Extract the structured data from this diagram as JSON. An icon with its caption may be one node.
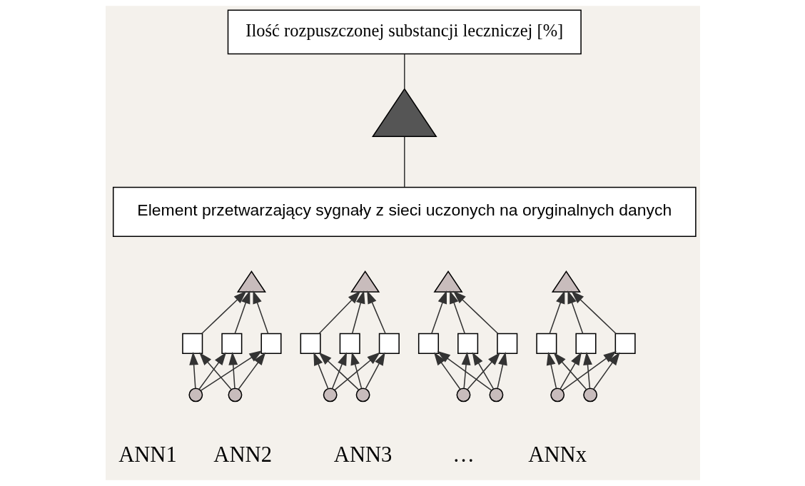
{
  "diagram": {
    "nodes": [
      {
        "text": [
          "Ilość rozpuszczonej substancji leczniczej [%]"
        ]
      },
      {
        "text": [],
        "shape": "triangle"
      },
      {
        "text": [
          "Element przetwarzający sygnały z sieci uczonych na oryginalnych danych"
        ]
      },
      {
        "text": [],
        "shape": "triangle"
      },
      {
        "text": [],
        "shape": "box"
      },
      {
        "text": [],
        "shape": "box"
      },
      {
        "text": [],
        "shape": "box"
      },
      {
        "text": [],
        "shape": "circle"
      },
      {
        "text": [],
        "shape": "circle"
      },
      {
        "text": [],
        "shape": "triangle"
      },
      {
        "text": [],
        "shape": "box"
      },
      {
        "text": [],
        "shape": "box"
      },
      {
        "text": [],
        "shape": "box"
      },
      {
        "text": [],
        "shape": "circle"
      },
      {
        "text": [],
        "shape": "circle"
      },
      {
        "text": [],
        "shape": "triangle"
      },
      {
        "text": [],
        "shape": "box"
      },
      {
        "text": [],
        "shape": "box"
      },
      {
        "text": [],
        "shape": "box"
      },
      {
        "text": [],
        "shape": "circle"
      },
      {
        "text": [],
        "shape": "circle"
      },
      {
        "text": [],
        "shape": "triangle"
      },
      {
        "text": [],
        "shape": "box"
      },
      {
        "text": [],
        "shape": "box"
      },
      {
        "text": [],
        "shape": "box"
      },
      {
        "text": [],
        "shape": "circle"
      },
      {
        "text": [],
        "shape": "circle"
      }
    ],
    "edges": [
      {
        "from": 1,
        "to": 0,
        "arrow": "none"
      },
      {
        "from": 2,
        "to": 1,
        "arrow": "none"
      },
      {
        "from": 7,
        "to": 4,
        "arrow": "to"
      },
      {
        "from": 7,
        "to": 5,
        "arrow": "to"
      },
      {
        "from": 7,
        "to": 6,
        "arrow": "to"
      },
      {
        "from": 8,
        "to": 4,
        "arrow": "to"
      },
      {
        "from": 8,
        "to": 5,
        "arrow": "to"
      },
      {
        "from": 8,
        "to": 6,
        "arrow": "to"
      },
      {
        "from": 4,
        "to": 3,
        "arrow": "to"
      },
      {
        "from": 5,
        "to": 3,
        "arrow": "to"
      },
      {
        "from": 6,
        "to": 3,
        "arrow": "to"
      },
      {
        "from": 13,
        "to": 10,
        "arrow": "to"
      },
      {
        "from": 13,
        "to": 11,
        "arrow": "to"
      },
      {
        "from": 13,
        "to": 12,
        "arrow": "to"
      },
      {
        "from": 14,
        "to": 10,
        "arrow": "to"
      },
      {
        "from": 14,
        "to": 11,
        "arrow": "to"
      },
      {
        "from": 14,
        "to": 12,
        "arrow": "to"
      },
      {
        "from": 10,
        "to": 9,
        "arrow": "to"
      },
      {
        "from": 11,
        "to": 9,
        "arrow": "to"
      },
      {
        "from": 12,
        "to": 9,
        "arrow": "to"
      },
      {
        "from": 19,
        "to": 16,
        "arrow": "to"
      },
      {
        "from": 19,
        "to": 17,
        "arrow": "to"
      },
      {
        "from": 19,
        "to": 18,
        "arrow": "to"
      },
      {
        "from": 20,
        "to": 16,
        "arrow": "to"
      },
      {
        "from": 20,
        "to": 17,
        "arrow": "to"
      },
      {
        "from": 20,
        "to": 18,
        "arrow": "to"
      },
      {
        "from": 16,
        "to": 15,
        "arrow": "to"
      },
      {
        "from": 17,
        "to": 15,
        "arrow": "to"
      },
      {
        "from": 18,
        "to": 15,
        "arrow": "to"
      },
      {
        "from": 25,
        "to": 22,
        "arrow": "to"
      },
      {
        "from": 25,
        "to": 23,
        "arrow": "to"
      },
      {
        "from": 25,
        "to": 24,
        "arrow": "to"
      },
      {
        "from": 26,
        "to": 22,
        "arrow": "to"
      },
      {
        "from": 26,
        "to": 23,
        "arrow": "to"
      },
      {
        "from": 26,
        "to": 24,
        "arrow": "to"
      },
      {
        "from": 22,
        "to": 21,
        "arrow": "to"
      },
      {
        "from": 23,
        "to": 21,
        "arrow": "to"
      },
      {
        "from": 24,
        "to": 21,
        "arrow": "to"
      }
    ],
    "labels": [
      "ANN1",
      "ANN2",
      "ANN3",
      "…",
      "ANNx"
    ]
  }
}
